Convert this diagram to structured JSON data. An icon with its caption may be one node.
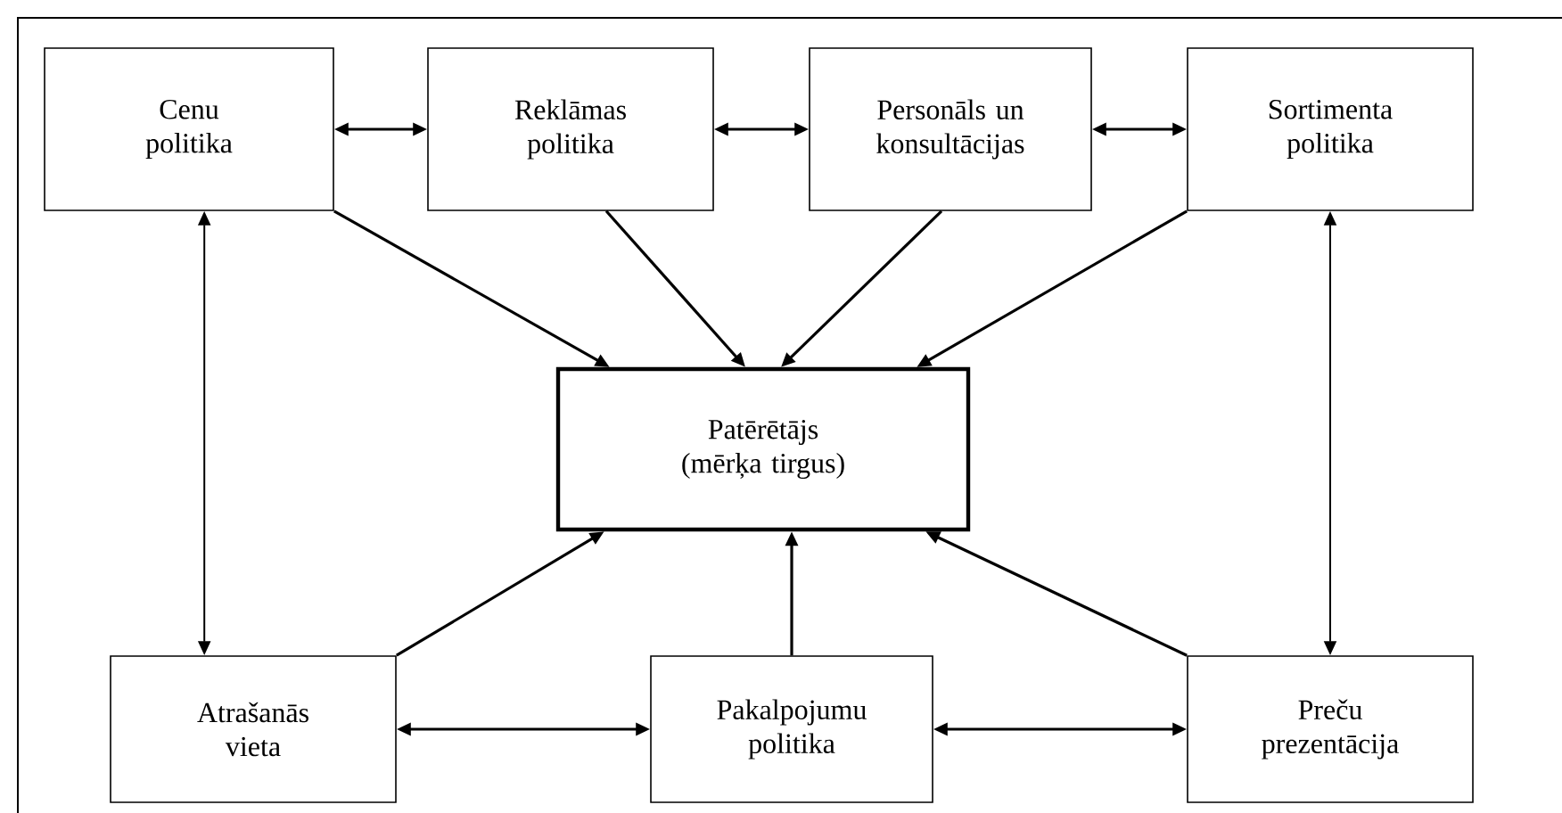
{
  "diagram": {
    "nodes": [
      {
        "text": [
          "Cenu politika"
        ]
      },
      {
        "text": [
          "Reklāmas politika"
        ]
      },
      {
        "text": [
          "Personāls un konsultācijas"
        ]
      },
      {
        "text": [
          "Sortimenta politika"
        ]
      },
      {
        "text": [
          "Patērētājs (mērķa tirgus)"
        ]
      },
      {
        "text": [
          "Atrašanās vieta"
        ]
      },
      {
        "text": [
          "Pakalpojumu politika"
        ]
      },
      {
        "text": [
          "Preču prezentācija"
        ]
      }
    ],
    "edges": [
      {
        "from": 0,
        "to": 1,
        "arrow": "both"
      },
      {
        "from": 1,
        "to": 2,
        "arrow": "both"
      },
      {
        "from": 2,
        "to": 3,
        "arrow": "both"
      },
      {
        "from": 0,
        "to": 4,
        "arrow": "to"
      },
      {
        "from": 1,
        "to": 4,
        "arrow": "to"
      },
      {
        "from": 2,
        "to": 4,
        "arrow": "to"
      },
      {
        "from": 3,
        "to": 4,
        "arrow": "to"
      },
      {
        "from": 0,
        "to": 5,
        "arrow": "both"
      },
      {
        "from": 3,
        "to": 7,
        "arrow": "both"
      },
      {
        "from": 5,
        "to": 4,
        "arrow": "to"
      },
      {
        "from": 6,
        "to": 4,
        "arrow": "to"
      },
      {
        "from": 7,
        "to": 4,
        "arrow": "to"
      },
      {
        "from": 5,
        "to": 6,
        "arrow": "both"
      },
      {
        "from": 6,
        "to": 7,
        "arrow": "both"
      }
    ]
  }
}
